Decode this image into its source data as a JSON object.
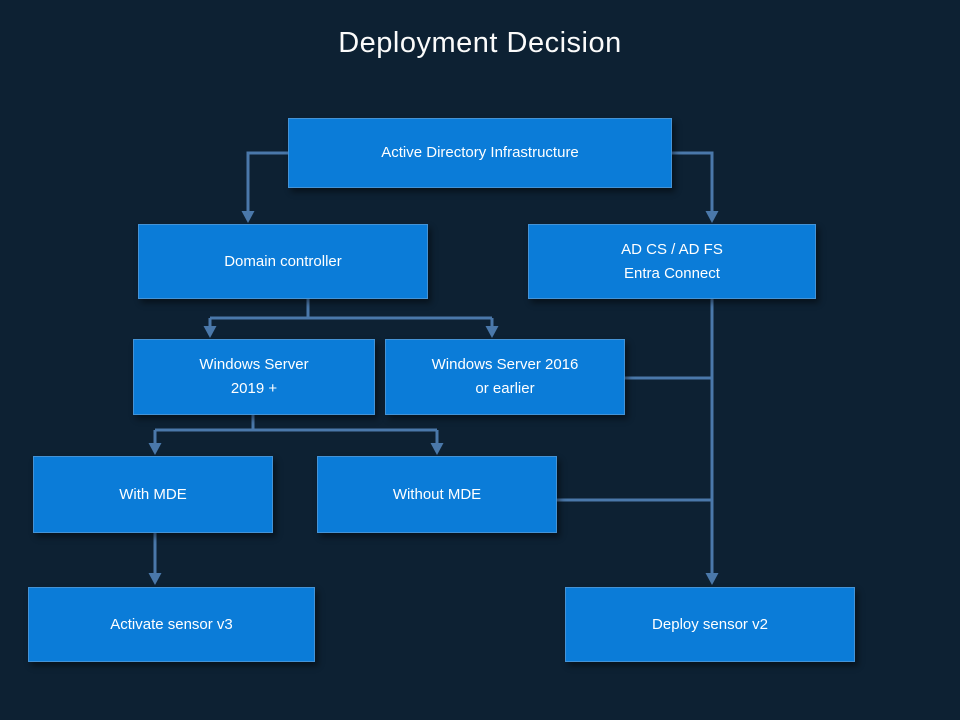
{
  "title": "Deployment Decision",
  "colors": {
    "background": "#0d2133",
    "node_fill": "#0b7cd8",
    "node_text": "#ffffff",
    "connector": "#4a78aa"
  },
  "nodes": {
    "adi": {
      "label": "Active Directory Infrastructure"
    },
    "dc": {
      "label": "Domain controller"
    },
    "adcs": {
      "line1": "AD CS / AD FS",
      "line2": "Entra Connect"
    },
    "ws2019": {
      "line1": "Windows Server",
      "line2": "2019 +"
    },
    "ws2016": {
      "line1": "Windows Server 2016",
      "line2": "or earlier"
    },
    "with_mde": {
      "label": "With MDE"
    },
    "without_mde": {
      "label": "Without MDE"
    },
    "sensor_v3": {
      "label": "Activate sensor v3"
    },
    "sensor_v2": {
      "label": "Deploy sensor v2"
    }
  },
  "edges": [
    "Active Directory Infrastructure -> Domain controller",
    "Active Directory Infrastructure -> AD CS / AD FS Entra Connect",
    "Domain controller -> Windows Server 2019 +",
    "Domain controller -> Windows Server 2016 or earlier",
    "Windows Server 2019 + -> With MDE",
    "Windows Server 2019 + -> Without MDE",
    "With MDE -> Activate sensor v3",
    "Without MDE -> Deploy sensor v2",
    "Windows Server 2016 or earlier -> Deploy sensor v2",
    "AD CS / AD FS Entra Connect -> Deploy sensor v2"
  ]
}
